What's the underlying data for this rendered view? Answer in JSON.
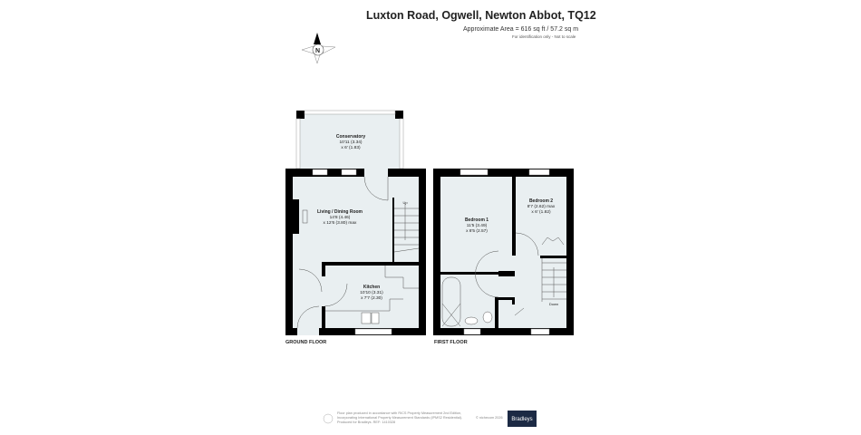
{
  "header": {
    "title": "Luxton Road, Ogwell, Newton Abbot, TQ12",
    "area": "Approximate Area = 616 sq ft / 57.2 sq m",
    "note": "For identification only - Not to scale"
  },
  "compass": {
    "label": "N"
  },
  "ground_floor": {
    "label": "GROUND FLOOR",
    "stairs_label": "Up",
    "rooms": [
      {
        "name": "Conservatory",
        "dim1": "10'11 (3.34)",
        "dim2": "x 6' (1.83)"
      },
      {
        "name": "Living / Dining Room",
        "dim1": "14'8 (4.46)",
        "dim2": "x 12'6 (3.80) max"
      },
      {
        "name": "Kitchen",
        "dim1": "10'10 (3.31)",
        "dim2": "x 7'7 (2.30)"
      }
    ]
  },
  "first_floor": {
    "label": "FIRST FLOOR",
    "stairs_label": "Down",
    "rooms": [
      {
        "name": "Bedroom 1",
        "dim1": "11'5 (3.49)",
        "dim2": "x 8'5 (2.57)"
      },
      {
        "name": "Bedroom 2",
        "dim1": "8'7 (2.62) max",
        "dim2": "x 6' (1.82)"
      }
    ]
  },
  "footer": {
    "line1": "Floor plan produced in accordance with RICS Property Measurement 2nd Edition,",
    "line2": "Incorporating International Property Measurement Standards (IPMS2 Residential).",
    "copyright": "© nichecom 2026",
    "line3": "Produced for Bradleys.   REF: 1410328",
    "brand": "Bradleys",
    "brand_color": "#1c2a44"
  }
}
